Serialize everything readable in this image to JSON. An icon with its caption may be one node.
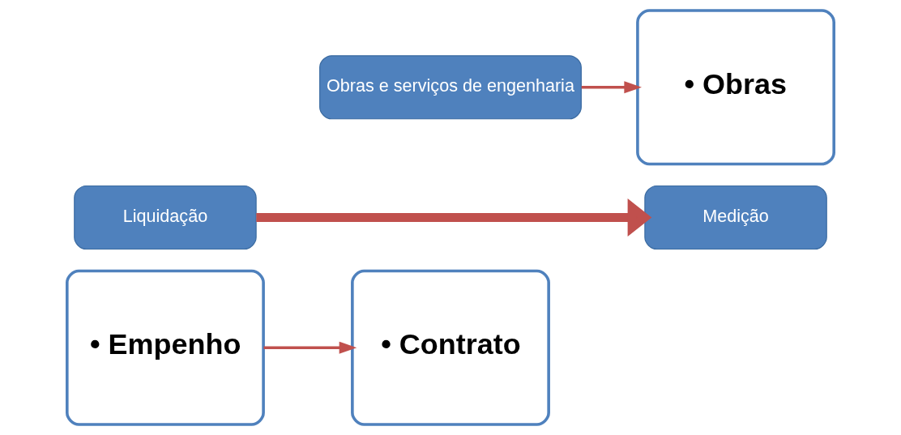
{
  "diagram": {
    "nodes": [
      {
        "text": [
          "• Empenho"
        ]
      },
      {
        "text": [
          "Liquidação"
        ]
      },
      {
        "text": [
          "• Contrato"
        ]
      },
      {
        "text": [
          "Obras e serviços de engenharia"
        ]
      },
      {
        "text": [
          "• Obras"
        ]
      },
      {
        "text": [
          "Medição"
        ]
      }
    ],
    "edges": [
      {
        "from": 0,
        "to": 2,
        "arrow": "to"
      },
      {
        "from": 3,
        "to": 4,
        "arrow": "to"
      },
      {
        "from": 1,
        "to": 5,
        "arrow": "to",
        "style": "thick"
      }
    ]
  }
}
